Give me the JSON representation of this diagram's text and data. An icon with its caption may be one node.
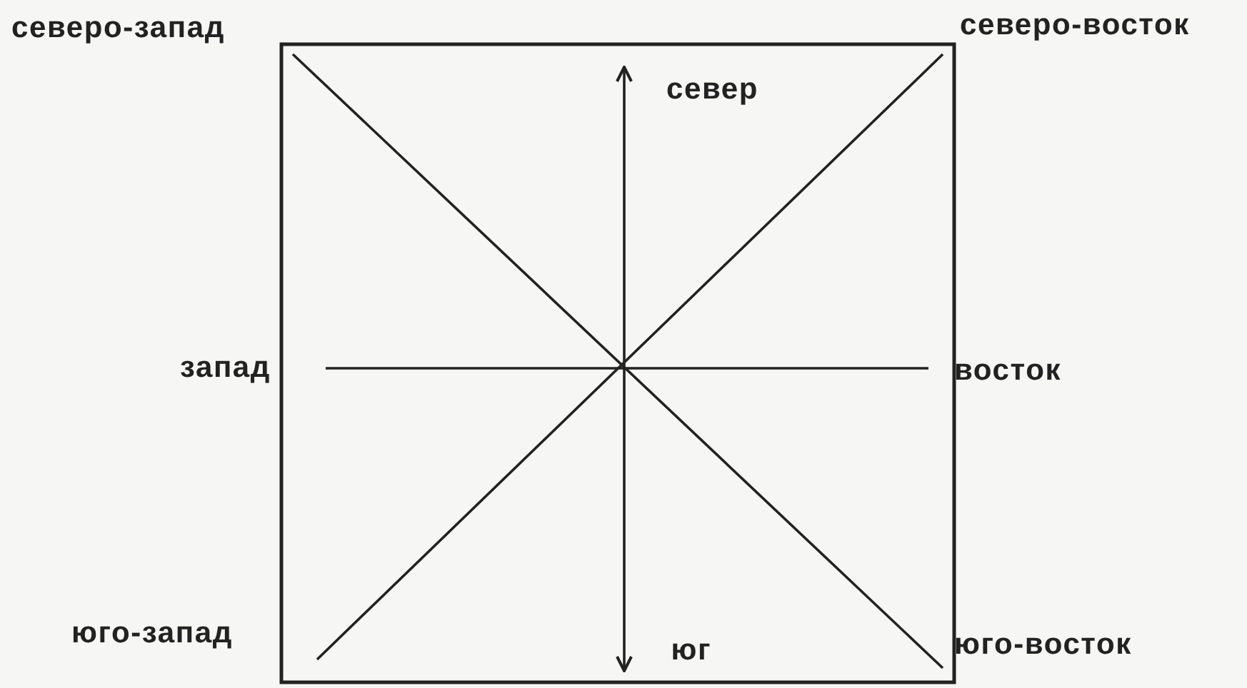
{
  "diagram": {
    "nodes": [
      {
        "text": [
          "северо-запад"
        ]
      },
      {
        "text": [
          "северо-восток"
        ]
      },
      {
        "text": [
          "север"
        ]
      },
      {
        "text": [
          "запад"
        ]
      },
      {
        "text": [
          "восток"
        ]
      },
      {
        "text": [
          "юго-запад"
        ]
      },
      {
        "text": [
          "юг"
        ]
      },
      {
        "text": [
          "юго-восток"
        ]
      }
    ],
    "edges": [
      {
        "from": 0,
        "to": 7,
        "arrow": "none"
      },
      {
        "from": 1,
        "to": 5,
        "arrow": "none"
      },
      {
        "from": 3,
        "to": 4,
        "arrow": "none"
      },
      {
        "from": 6,
        "to": 2,
        "arrow": "both"
      }
    ]
  }
}
